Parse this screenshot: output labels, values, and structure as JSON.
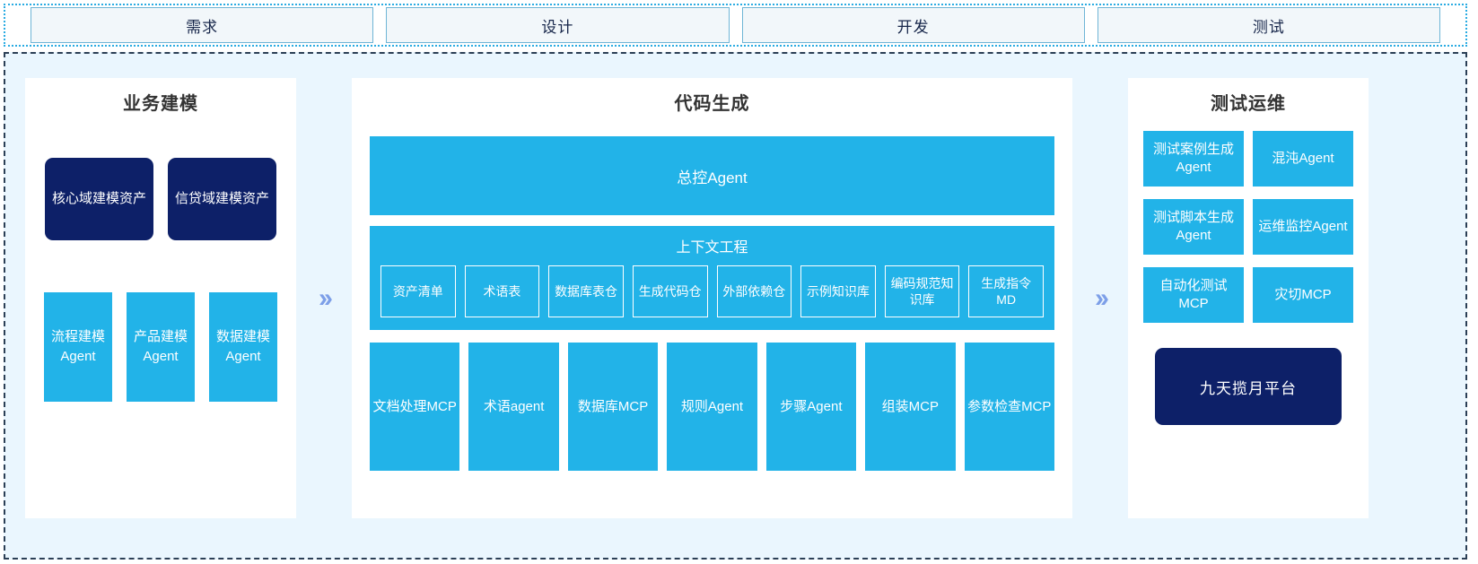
{
  "phases": {
    "items": [
      {
        "label": "需求"
      },
      {
        "label": "设计"
      },
      {
        "label": "开发"
      },
      {
        "label": "测试"
      }
    ]
  },
  "arrows": {
    "glyph": "››",
    "color": "#7d9fe8",
    "icon_name": "double-chevron-right-icon"
  },
  "colors": {
    "cyan": "#22b3e8",
    "navy": "#0d2068",
    "stage_bg": "#eaf6fe",
    "phase_fill": "#f2f7fa",
    "phase_border": "#6fb5d6"
  },
  "left_panel": {
    "title": "业务建模",
    "assets": [
      {
        "label": "核心域建模资产"
      },
      {
        "label": "信贷域建模资产"
      }
    ],
    "modelers": [
      {
        "label": "流程建模Agent"
      },
      {
        "label": "产品建模Agent"
      },
      {
        "label": "数据建模Agent"
      }
    ]
  },
  "center_panel": {
    "title": "代码生成",
    "master_agent": "总控Agent",
    "context": {
      "title": "上下文工程",
      "items": [
        {
          "label": "资产清单"
        },
        {
          "label": "术语表"
        },
        {
          "label": "数据库表仓"
        },
        {
          "label": "生成代码仓"
        },
        {
          "label": "外部依赖仓"
        },
        {
          "label": "示例知识库"
        },
        {
          "label": "编码规范知识库"
        },
        {
          "label": "生成指令MD"
        }
      ]
    },
    "tools": [
      {
        "label": "文档处理MCP"
      },
      {
        "label": "术语agent"
      },
      {
        "label": "数据库MCP"
      },
      {
        "label": "规则Agent"
      },
      {
        "label": "步骤Agent"
      },
      {
        "label": "组装MCP"
      },
      {
        "label": "参数检查MCP"
      }
    ]
  },
  "right_panel": {
    "title": "测试运维",
    "ops": [
      {
        "label": "测试案例生成Agent"
      },
      {
        "label": "混沌Agent"
      },
      {
        "label": "测试脚本生成Agent"
      },
      {
        "label": "运维监控Agent"
      },
      {
        "label": "自动化测试MCP"
      },
      {
        "label": "灾切MCP"
      }
    ],
    "platform": "九天揽月平台"
  }
}
